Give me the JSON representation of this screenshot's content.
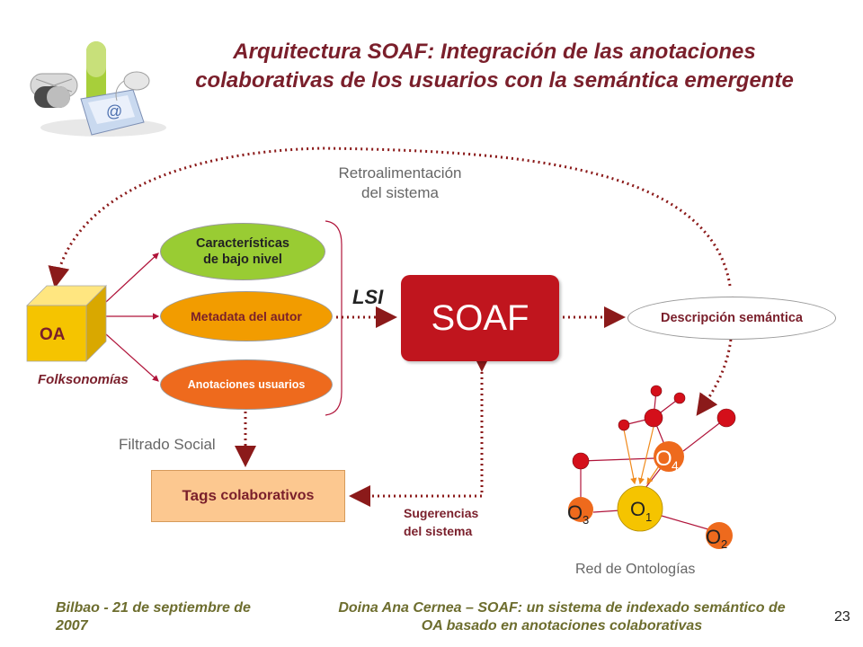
{
  "title": "Arquitectura SOAF: Integración de las anotaciones colaborativas de los usuarios con la semántica emergente",
  "feedback_label_1": "Retroalimentación",
  "feedback_label_2": "del sistema",
  "oa_label": "OA",
  "folksonomias_label": "Folksonomías",
  "features_line1": "Características",
  "features_line2": "de bajo nivel",
  "metadata_label": "Metadata del autor",
  "annotations_label": "Anotaciones usuarios",
  "lsi_label": "LSI",
  "soaf_label": "SOAF",
  "semantic_description_label": "Descripción semántica",
  "social_filter_label": "Filtrado Social",
  "tags_word": "Tags",
  "tags_rest": " colaborativos",
  "suggestions_line1": "Sugerencias",
  "suggestions_line2": "del sistema",
  "ontology_nodes": {
    "o1": "O",
    "o2": "O",
    "o3": "O",
    "o4": "O",
    "sub1": "1",
    "sub2": "2",
    "sub3": "3",
    "sub4": "4"
  },
  "ontology_network_label": "Red de Ontologías",
  "footer_left_1": "Bilbao - 21 de septiembre de",
  "footer_left_2": "2007",
  "footer_center_1": "Doina Ana Cernea – SOAF: un sistema de indexado semántico de",
  "footer_center_2": "OA basado en anotaciones colaborativas",
  "page_number": "23",
  "colors": {
    "soaf_red": "#c0151e",
    "arrow_red": "#8b1a1a",
    "title": "#7a1f2b",
    "features_green": "#99cc33",
    "metadata_orange": "#f29c00",
    "annotations_orange": "#ee6a1d",
    "tags_bg": "#fcc890",
    "oa_cube": "#f5c400",
    "node_red": "#d40f1a"
  }
}
